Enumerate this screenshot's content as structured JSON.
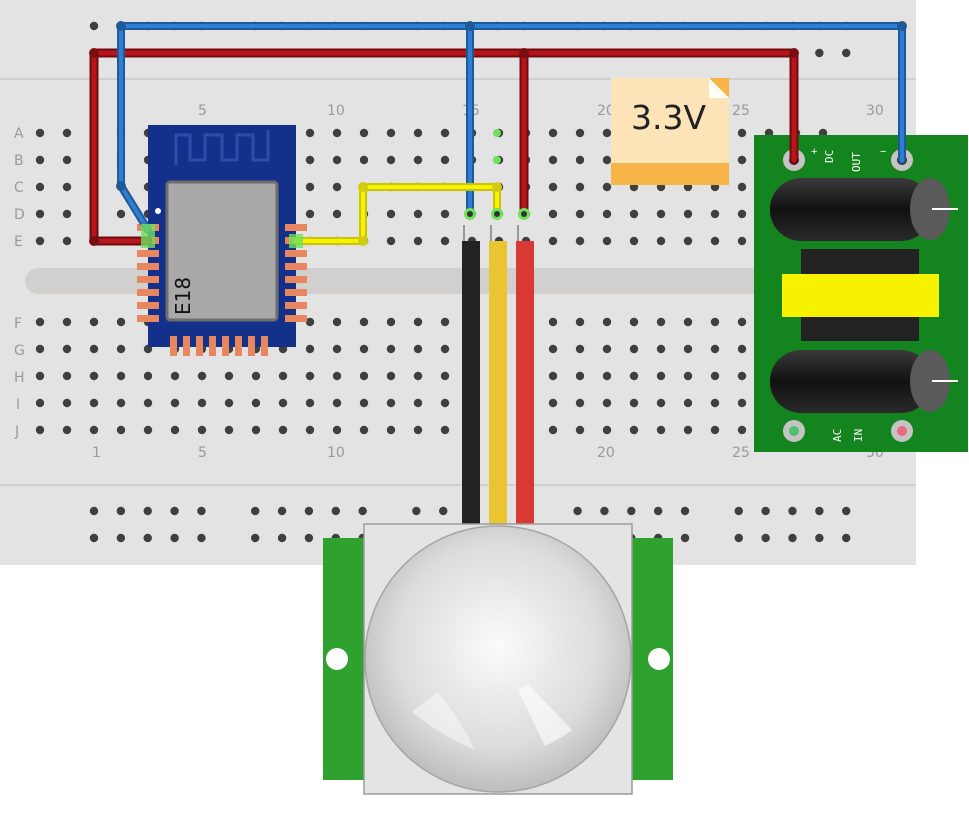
{
  "breadboard": {
    "row_letters_top": [
      "A",
      "B",
      "C",
      "D",
      "E"
    ],
    "row_letters_bottom": [
      "F",
      "G",
      "H",
      "I",
      "J"
    ],
    "column_numbers_top": [
      "5",
      "10",
      "15",
      "20",
      "25",
      "30"
    ],
    "column_numbers_bottom": [
      "1",
      "5",
      "10",
      "20",
      "25",
      "30"
    ]
  },
  "esp_module": {
    "label": "E18"
  },
  "note": {
    "text": "3.3V"
  },
  "power_module": {
    "plus_label": "+",
    "minus_label": "−",
    "dc_label": "DC",
    "out_label": "OUT",
    "ac_label": "AC",
    "in_label": "IN"
  },
  "pir_sensor": {
    "wire_colors": [
      "#222222",
      "#e8c531",
      "#d83a33"
    ]
  },
  "colors": {
    "breadboard": "#e3e3e3",
    "power_wire": "#b8151b",
    "ground_wire": "#2f7fd0",
    "signal_wire": "#f2ee16",
    "module_pcb": "#13308a",
    "power_pcb": "#14841e",
    "pir_pcb": "#2ea12e",
    "note": "#fde3b8"
  }
}
